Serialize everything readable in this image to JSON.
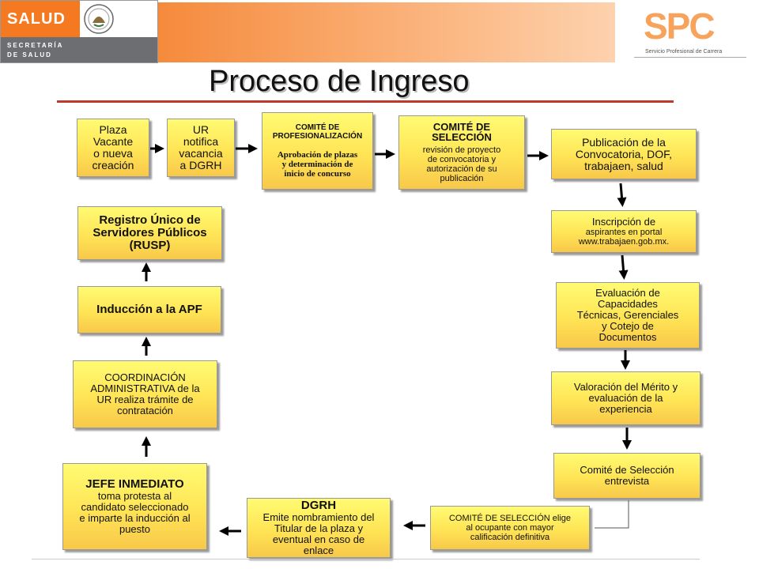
{
  "header": {
    "brand": "SALUD",
    "dept_line1": "SECRETARÍA",
    "dept_line2": "DE SALUD",
    "logo_word": "SPC",
    "logo_tag": "Servicio Profesional de Carrera",
    "colors": {
      "orange": "#f47920",
      "gray": "#6d6e71",
      "logo": "#f7a35c",
      "rule": "#c0392b"
    }
  },
  "title": "Proceso de Ingreso",
  "boxes": {
    "plaza": "Plaza\nVacante\no nueva\ncreación",
    "ur": "UR\nnotifica\nvacancia\na DGRH",
    "prof_head": "COMITÉ DE\nPROFESIONALIZACIÓN",
    "prof_body": "Aprobación de plazas\ny determinación de\ninicio de concurso",
    "sel_head": "COMITÉ DE\nSELECCIÓN",
    "sel_body": "revisión de proyecto\nde convocatoria y\nautorización de su\npublicación",
    "publicacion": "Publicación de la\nConvocatoria, DOF,\ntrabajaen, salud",
    "insc_head": "Inscripción de",
    "insc_body": "aspirantes en portal\nwww.trabajaen.gob.mx.",
    "evaluacion": "Evaluación de\nCapacidades\nTécnicas, Gerenciales\ny Cotejo de\nDocumentos",
    "valoracion": "Valoración del Mérito y\nevaluación de la\nexperiencia",
    "entrevista": "Comité de Selección\nentrevista",
    "elige": "COMITÉ DE SELECCIÓN elige\nal ocupante con mayor\ncalificación definitiva",
    "dgrh_head": "DGRH",
    "dgrh_body": "Emite nombramiento del\nTitular de la plaza y\neventual en caso de\nenlace",
    "jefe_head": "JEFE INMEDIATO",
    "jefe_body": "toma protesta al\ncandidato seleccionado\ne imparte la inducción al\npuesto",
    "coordinacion": "COORDINACIÓN\nADMINISTRATIVA de la\nUR  realiza trámite de\ncontratación",
    "induccion": "Inducción a la APF",
    "rusp": "Registro Único de\nServidores Públicos\n(RUSP)"
  }
}
